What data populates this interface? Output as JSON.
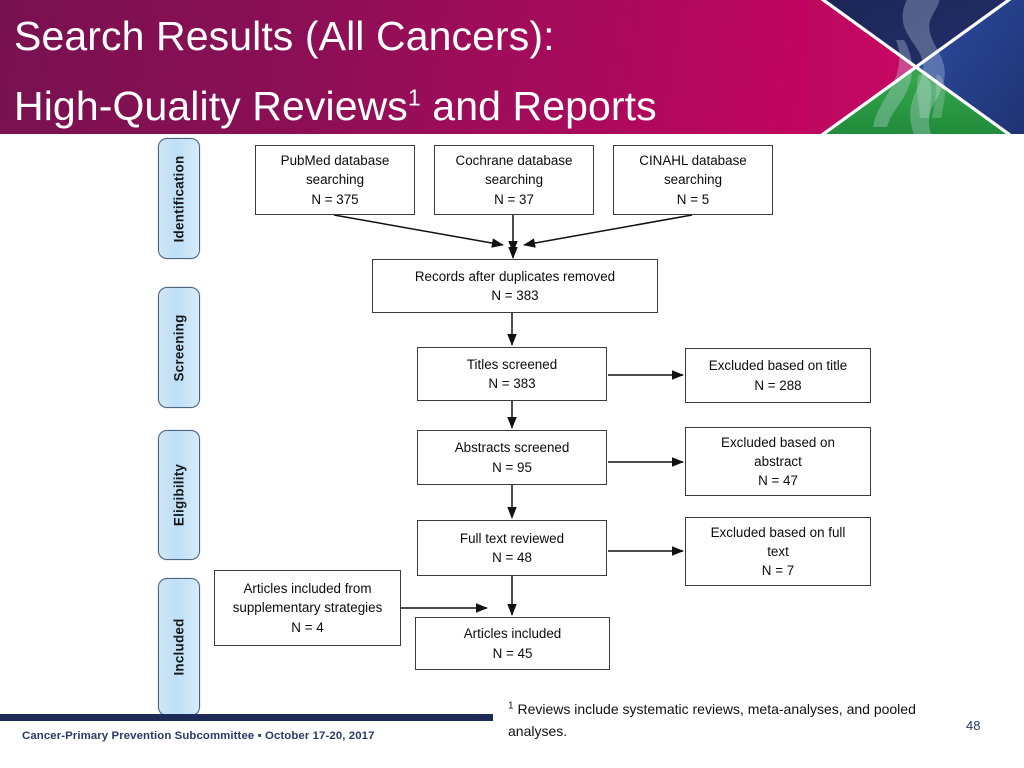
{
  "slide": {
    "title_line1": "Search Results (All Cancers):",
    "title_line2_before": "High-Quality Reviews",
    "title_superscript": "1",
    "title_line2_after": " and Reports",
    "header_gradient_from": "#78114F",
    "header_gradient_to": "#C80864",
    "accent_navy": "#1E2A58",
    "phase_tab_fill": "#C7E3F7"
  },
  "phases": [
    {
      "label": "Identification"
    },
    {
      "label": "Screening"
    },
    {
      "label": "Eligibility"
    },
    {
      "label": "Included"
    }
  ],
  "flow": {
    "sources": [
      {
        "name": "PubMed database searching",
        "line1": "PubMed database",
        "line2": "searching",
        "count": "N = 375"
      },
      {
        "name": "Cochrane database searching",
        "line1": "Cochrane database",
        "line2": "searching",
        "count": "N = 37"
      },
      {
        "name": "CINAHL database searching",
        "line1": "CINAHL database",
        "line2": "searching",
        "count": "N = 5"
      }
    ],
    "duplicates": {
      "line1": "Records after duplicates removed",
      "count": "N = 383"
    },
    "titles": {
      "line1": "Titles screened",
      "count": "N = 383"
    },
    "abstracts": {
      "line1": "Abstracts screened",
      "count": "N = 95"
    },
    "fulltext": {
      "line1": "Full text reviewed",
      "count": "N = 48"
    },
    "supplementary": {
      "line1": "Articles included from",
      "line2": "supplementary strategies",
      "count": "N = 4"
    },
    "included": {
      "line1": "Articles included",
      "count": "N = 45"
    },
    "excluded_title": {
      "line1": "Excluded based on title",
      "count": "N = 288"
    },
    "excluded_abstract": {
      "line1": "Excluded based on",
      "line2": "abstract",
      "count": "N = 47"
    },
    "excluded_fulltext": {
      "line1": "Excluded based on full",
      "line2": "text",
      "count": "N = 7"
    }
  },
  "footer": {
    "organization": "Cancer-Primary Prevention Subcommittee ▪ October 17-20, 2017",
    "footnote_superscript": "1",
    "footnote_text": " Reviews include systematic reviews, meta-analyses, and pooled analyses.",
    "slide_number": "48"
  }
}
